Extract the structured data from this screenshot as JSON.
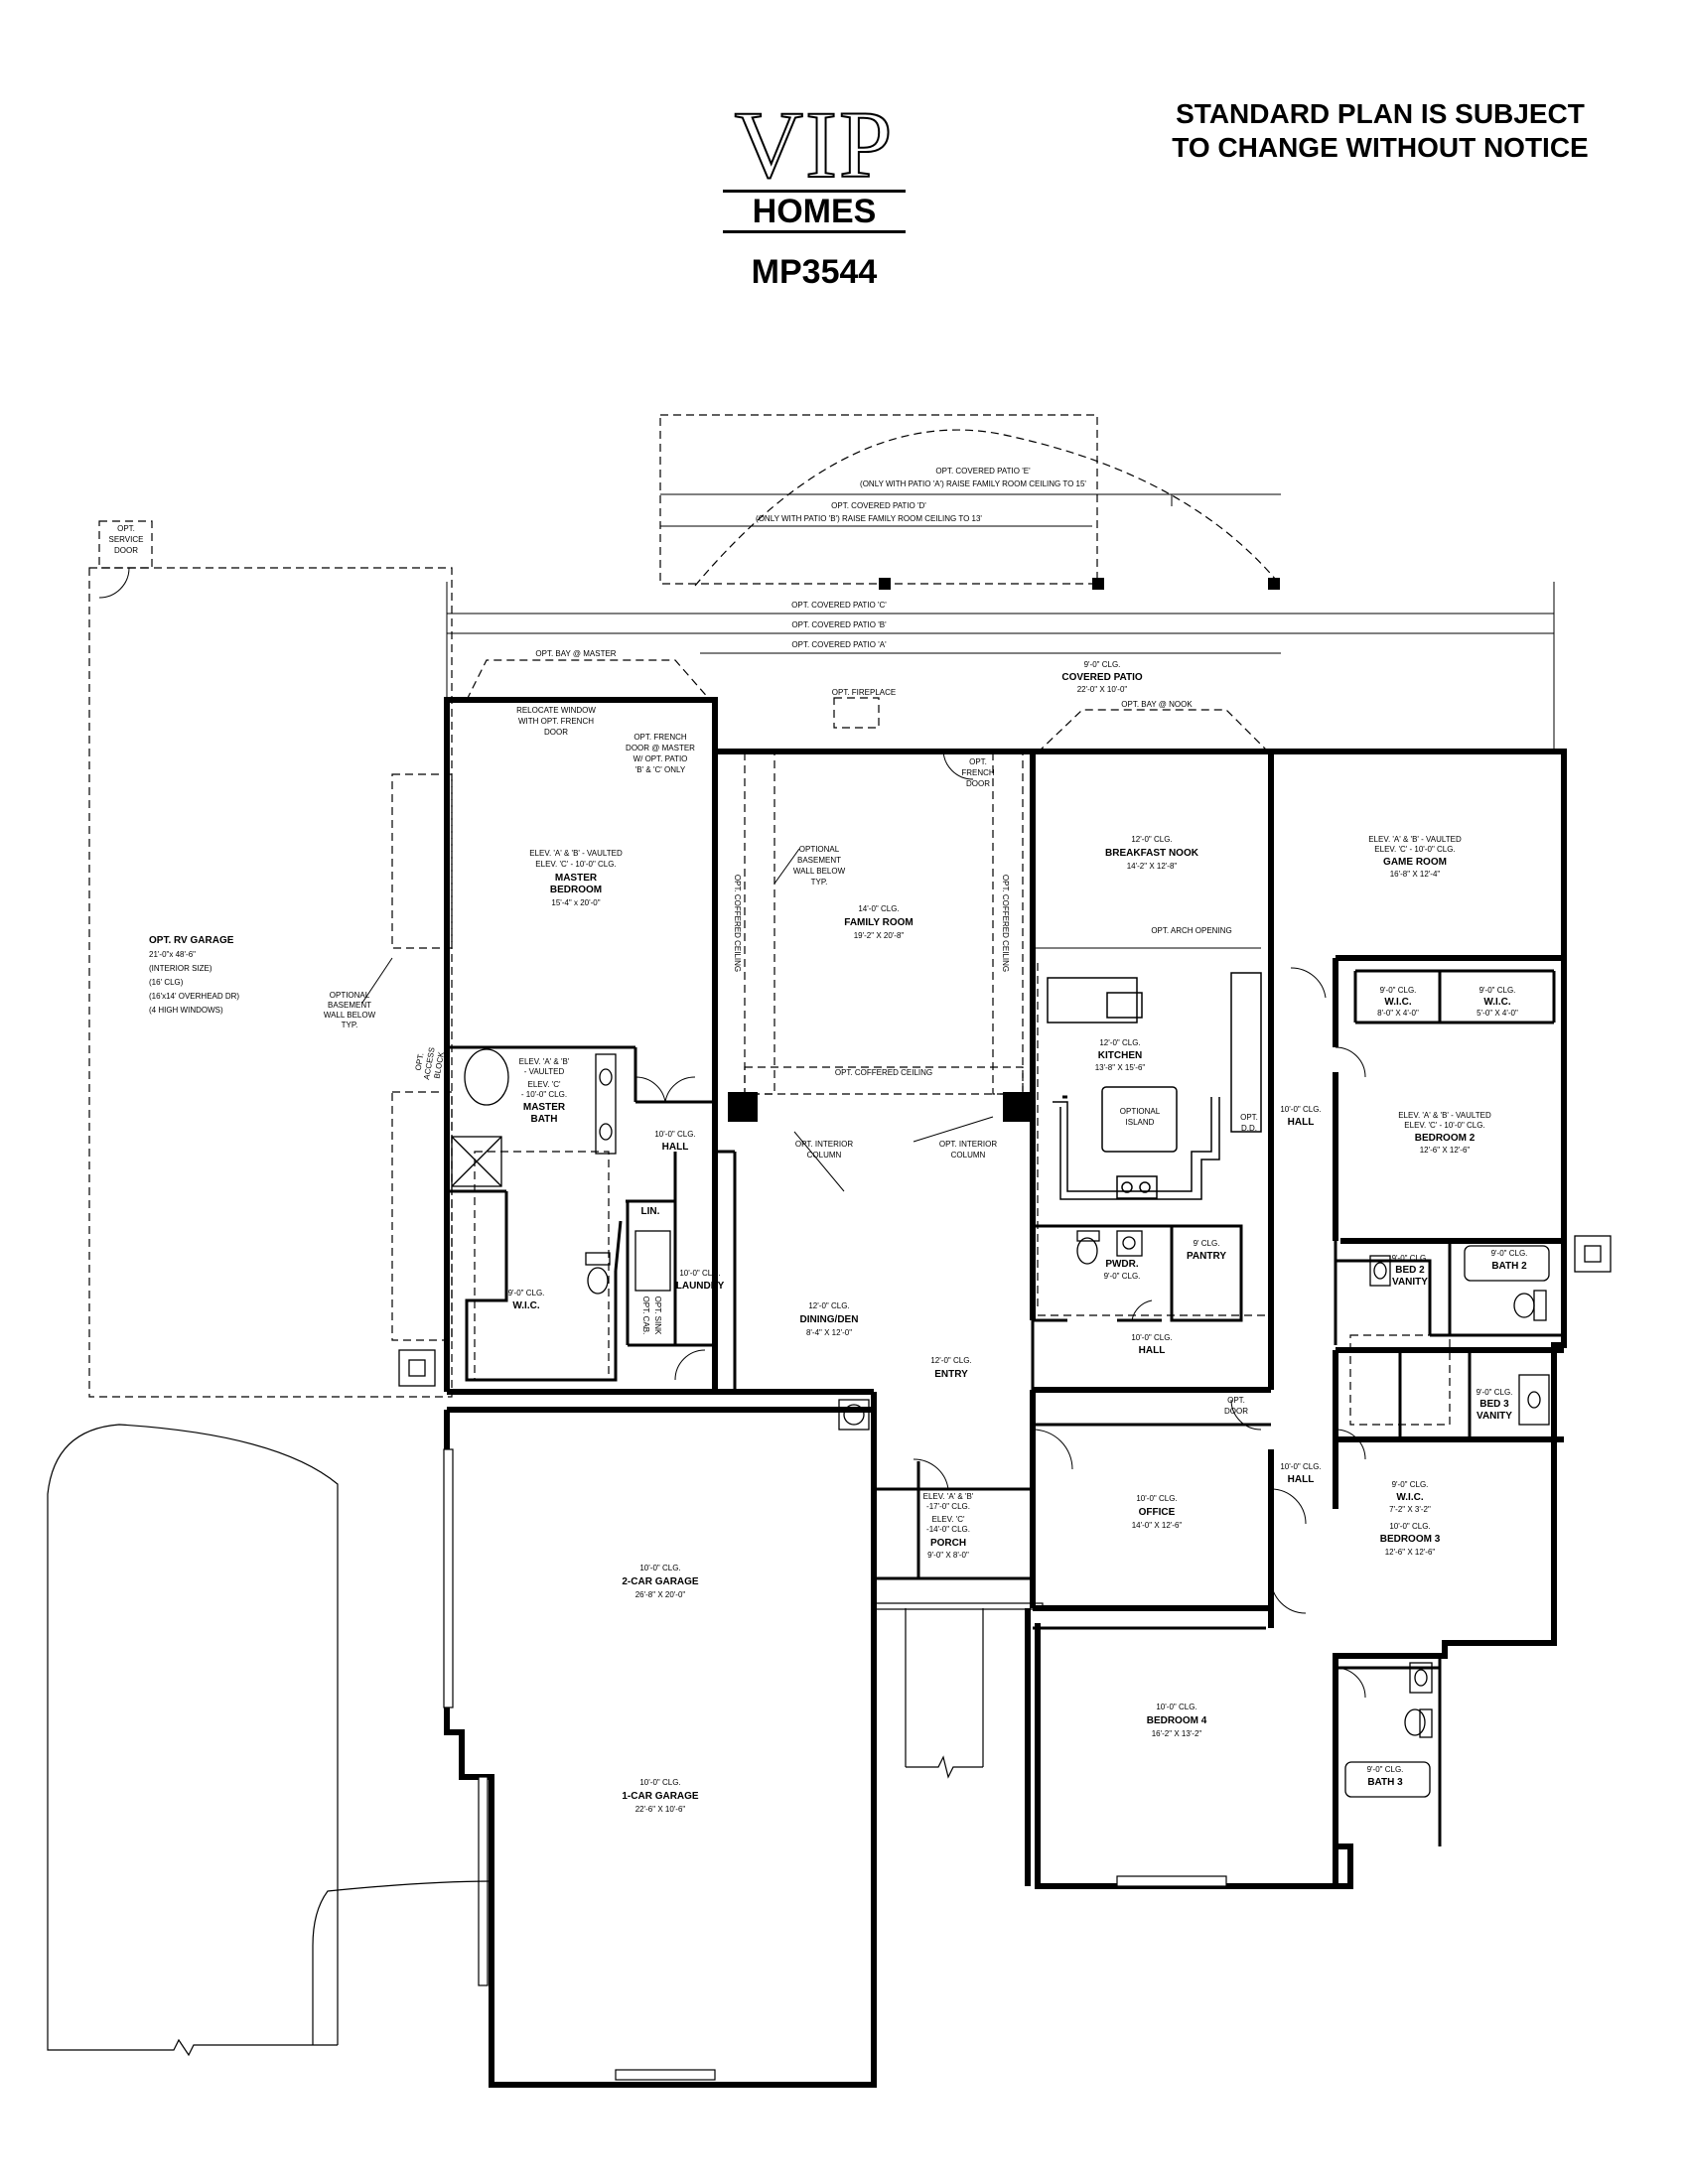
{
  "header": {
    "brand": "VIP",
    "sub_brand": "HOMES",
    "model": "MP3544",
    "notice": [
      "STANDARD PLAN IS SUBJECT",
      "TO CHANGE WITHOUT NOTICE"
    ]
  },
  "options_top": {
    "patio_e": "OPT. COVERED PATIO 'E'",
    "patio_e_note": "(ONLY WITH PATIO 'A') RAISE FAMILY ROOM CEILING TO 15'",
    "patio_d": "OPT. COVERED PATIO 'D'",
    "patio_d_note": "(ONLY WITH PATIO 'B') RAISE FAMILY ROOM CEILING TO 13'",
    "patio_c": "OPT. COVERED PATIO 'C'",
    "patio_b": "OPT. COVERED PATIO 'B'",
    "patio_a": "OPT. COVERED PATIO 'A'",
    "bay_master": "OPT. BAY @ MASTER",
    "bay_nook": "OPT. BAY @ NOOK",
    "fireplace": "OPT. FIREPLACE",
    "service_door": [
      "OPT.",
      "SERVICE",
      "DOOR"
    ]
  },
  "rooms": {
    "covered_patio": {
      "ceiling": "9'-0\" CLG.",
      "name": "COVERED PATIO",
      "size": "22'-0\" X 10'-0\""
    },
    "rv_garage": {
      "name": "OPT. RV GARAGE",
      "lines": [
        "21'-0\"x 48'-6\"",
        "(INTERIOR SIZE)",
        "(16' CLG)",
        "(16'x14' OVERHEAD DR)",
        "(4 HIGH WINDOWS)"
      ]
    },
    "basement_wall_left": [
      "OPTIONAL",
      "BASEMENT",
      "WALL BELOW",
      "TYP."
    ],
    "access_block": [
      "OPT.",
      "ACCESS",
      "BLOCK"
    ],
    "master_bedroom": {
      "note": [
        "RELOCATE WINDOW",
        "WITH OPT. FRENCH",
        "DOOR"
      ],
      "elev": [
        "ELEV. 'A' & 'B' - VAULTED",
        "ELEV. 'C' - 10'-0\" CLG."
      ],
      "name": [
        "MASTER",
        "BEDROOM"
      ],
      "size": "15'-4\" x 20'-0\""
    },
    "french_door_master": [
      "OPT. FRENCH",
      "DOOR @ MASTER",
      "W/ OPT. PATIO",
      "'B' & 'C' ONLY"
    ],
    "family_room": {
      "ceiling": "14'-0\" CLG.",
      "name": "FAMILY ROOM",
      "size": "19'-2\" X 20'-8\""
    },
    "basement_wall_family": [
      "OPTIONAL",
      "BASEMENT",
      "WALL BELOW",
      "TYP."
    ],
    "coffered": "OPT. COFFERED CEILING",
    "french_door_family": [
      "OPT.",
      "FRENCH",
      "DOOR"
    ],
    "breakfast_nook": {
      "ceiling": "12'-0\" CLG.",
      "name": "BREAKFAST NOOK",
      "size": "14'-2\" X 12'-8\""
    },
    "arch_opening": "OPT. ARCH OPENING",
    "kitchen": {
      "ceiling": "12'-0\" CLG.",
      "name": "KITCHEN",
      "size": "13'-8\" X 15'-6\""
    },
    "optional_island": [
      "OPTIONAL",
      "ISLAND"
    ],
    "opt_dd": [
      "OPT.",
      "D.D."
    ],
    "game_room": {
      "elev": [
        "ELEV. 'A' & 'B' - VAULTED",
        "ELEV. 'C' - 10'-0\" CLG."
      ],
      "name": "GAME ROOM",
      "size": "16'-8\" X 12'-4\""
    },
    "wic_game": {
      "ceiling": "9'-0\" CLG.",
      "name": "W.I.C.",
      "size": "8'-0\" X 4'-0\""
    },
    "wic_bed2": {
      "ceiling": "9'-0\" CLG.",
      "name": "W.I.C.",
      "size": "5'-0\" X 4'-0\""
    },
    "master_bath": {
      "elev": [
        "ELEV. 'A' & 'B'",
        "- VAULTED",
        "ELEV. 'C'",
        "- 10'-0\" CLG."
      ],
      "name": [
        "MASTER",
        "BATH"
      ]
    },
    "hall_master": {
      "ceiling": "10'-0\" CLG.",
      "name": "HALL"
    },
    "lin": "LIN.",
    "laundry": {
      "ceiling": "10'-0\" CLG.",
      "name": "LAUNDRY"
    },
    "wic_master": {
      "ceiling": "9'-0\" CLG.",
      "name": "W.I.C."
    },
    "opt_cab": [
      "OPT. CAB.",
      "OPT. SINK"
    ],
    "interior_column_l": [
      "OPT. INTERIOR",
      "COLUMN"
    ],
    "interior_column_r": [
      "OPT. INTERIOR",
      "COLUMN"
    ],
    "dining": {
      "ceiling": "12'-0\" CLG.",
      "name": "DINING/DEN",
      "size": "8'-4\" X 12'-0\""
    },
    "entry": {
      "ceiling": "12'-0\" CLG.",
      "name": "ENTRY"
    },
    "pwdr": {
      "name": "PWDR.",
      "ceiling": "9'-0\" CLG."
    },
    "pantry": {
      "ceiling": "9' CLG.",
      "name": "PANTRY"
    },
    "hall_center": {
      "ceiling": "10'-0\" CLG.",
      "name": "HALL"
    },
    "hall_right_top": {
      "ceiling": "10'-0\" CLG.",
      "name": "HALL"
    },
    "hall_right_mid": {
      "ceiling": "10'-0\" CLG.",
      "name": "HALL"
    },
    "bedroom2": {
      "elev": [
        "ELEV. 'A' & 'B' - VAULTED",
        "ELEV. 'C' - 10'-0\" CLG."
      ],
      "name": "BEDROOM 2",
      "size": "12'-6\" X 12'-6\""
    },
    "bed2_vanity": {
      "ceiling": "9'-0\" CLG.",
      "name": [
        "BED 2",
        "VANITY"
      ]
    },
    "bath2": {
      "ceiling": "9'-0\" CLG.",
      "name": "BATH 2"
    },
    "bed3_vanity": {
      "ceiling": "9'-0\" CLG.",
      "name": [
        "BED 3",
        "VANITY"
      ]
    },
    "wic_bed3": {
      "ceiling": "9'-0\" CLG.",
      "name": "W.I.C.",
      "size": "7'-2\" X 3'-2\""
    },
    "bedroom3": {
      "ceiling": "10'-0\" CLG.",
      "name": "BEDROOM 3",
      "size": "12'-6\" X 12'-6\""
    },
    "office": {
      "ceiling": "10'-0\" CLG.",
      "name": "OFFICE",
      "size": "14'-0\" X 12'-6\""
    },
    "opt_door": [
      "OPT.",
      "DOOR"
    ],
    "porch": {
      "elev": [
        "ELEV. 'A' & 'B'",
        "-17'-0\" CLG.",
        "ELEV. 'C'",
        "-14'-0\" CLG."
      ],
      "name": "PORCH",
      "size": "9'-0\" X 8'-0\""
    },
    "garage2": {
      "ceiling": "10'-0\" CLG.",
      "name": "2-CAR GARAGE",
      "size": "26'-8\" X 20'-0\""
    },
    "garage1": {
      "ceiling": "10'-0\" CLG.",
      "name": "1-CAR GARAGE",
      "size": "22'-6\" X 10'-6\""
    },
    "bedroom4": {
      "ceiling": "10'-0\" CLG.",
      "name": "BEDROOM 4",
      "size": "16'-2\" X 13'-2\""
    },
    "bath3": {
      "ceiling": "9'-0\" CLG.",
      "name": "BATH 3"
    }
  }
}
